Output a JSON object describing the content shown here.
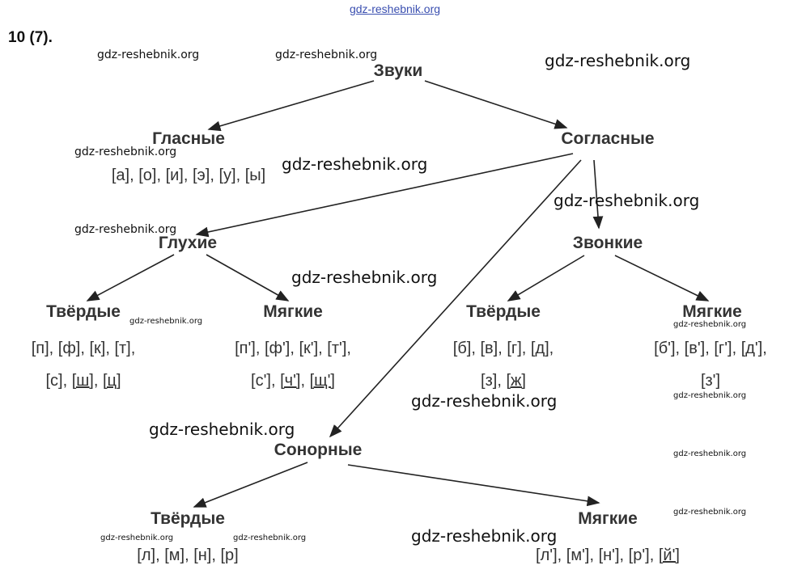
{
  "header": "gdz-reshebnik.org",
  "title": "10 (7).",
  "watermark": "gdz-reshebnik.org",
  "nodes": {
    "zvuki": "Звуки",
    "glasnye": "Гласные",
    "soglasnye": "Согласные",
    "gluhie": "Глухие",
    "zvonkie": "Звонкие",
    "gl_tverdye": "Твёрдые",
    "gl_myagkie": "Мягкие",
    "zv_tverdye": "Твёрдые",
    "zv_myagkie": "Мягкие",
    "sonornye": "Сонорные",
    "son_tverdye": "Твёрдые",
    "son_myagkie": "Мягкие"
  },
  "sounds": {
    "vowels": [
      [
        {
          "t": "[а]"
        },
        {
          "t": "[о]"
        },
        {
          "t": "[и]"
        },
        {
          "t": "[э]"
        },
        {
          "t": "[у]"
        },
        {
          "t": "[ы]"
        }
      ]
    ],
    "gl_tverdye": [
      [
        {
          "t": "[п]"
        },
        {
          "t": "[ф]"
        },
        {
          "t": "[к]"
        },
        {
          "t": "[т]"
        }
      ],
      [
        {
          "t": "[с]"
        },
        {
          "t": "[ш]",
          "u": true
        },
        {
          "t": "[ц]",
          "u": true
        }
      ]
    ],
    "gl_myagkie": [
      [
        {
          "t": "[п']"
        },
        {
          "t": "[ф']"
        },
        {
          "t": "[к']"
        },
        {
          "t": "[т']"
        }
      ],
      [
        {
          "t": "[с']"
        },
        {
          "t": "[ч']",
          "u": true
        },
        {
          "t": "[щ']",
          "u": true
        }
      ]
    ],
    "zv_tverdye": [
      [
        {
          "t": "[б]"
        },
        {
          "t": "[в]"
        },
        {
          "t": "[г]"
        },
        {
          "t": "[д]"
        }
      ],
      [
        {
          "t": "[з]"
        },
        {
          "t": "[ж]",
          "u": true
        }
      ]
    ],
    "zv_myagkie": [
      [
        {
          "t": "[б']"
        },
        {
          "t": "[в']"
        },
        {
          "t": "[г']"
        },
        {
          "t": "[д']"
        }
      ],
      [
        {
          "t": "[з']"
        }
      ]
    ],
    "son_tverdye": [
      [
        {
          "t": "[л]"
        },
        {
          "t": "[м]"
        },
        {
          "t": "[н]"
        },
        {
          "t": "[р]"
        }
      ]
    ],
    "son_myagkie": [
      [
        {
          "t": "[л']"
        },
        {
          "t": "[м']"
        },
        {
          "t": "[н']"
        },
        {
          "t": "[р']"
        },
        {
          "t": "[й']",
          "u": true
        }
      ]
    ]
  }
}
